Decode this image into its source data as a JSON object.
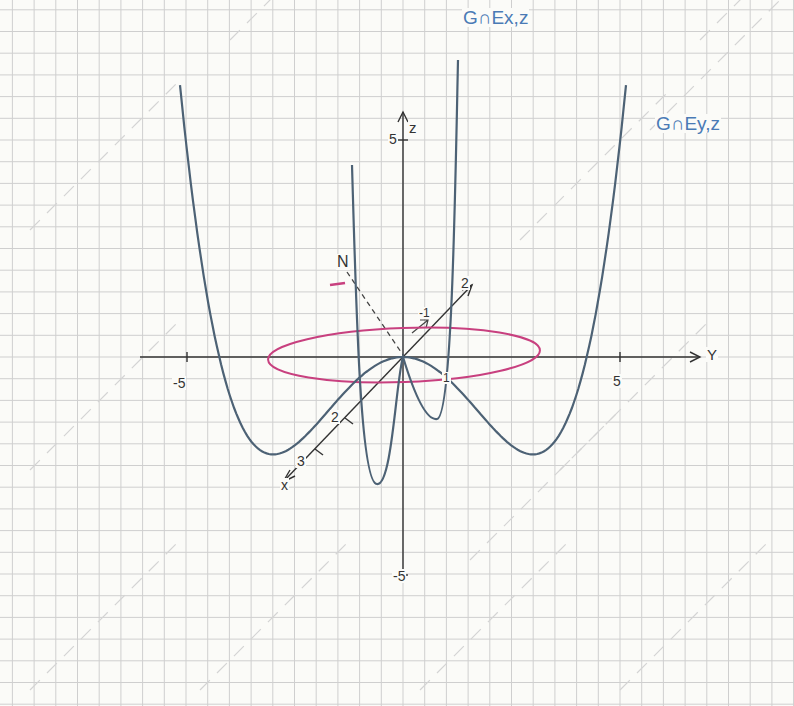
{
  "diagram": {
    "labels": [
      "G∩Ex,z",
      "G∩Ey,z",
      "z",
      "5",
      "N",
      "2",
      "-1",
      "1",
      "-5",
      "5",
      "Y",
      "2",
      "3",
      "x",
      "-5"
    ]
  }
}
